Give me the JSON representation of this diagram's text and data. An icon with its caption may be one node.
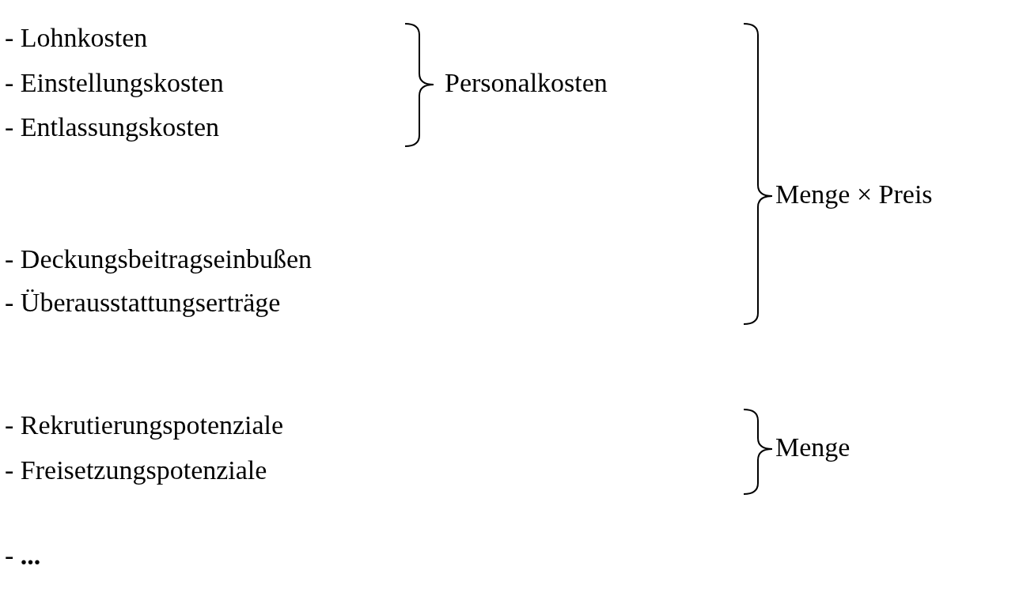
{
  "diagram": {
    "labels": [
      "- Lohnkosten",
      "- Einstellungskosten",
      "Personalkosten",
      "- Entlassungskosten",
      "Menge × Preis",
      "- Deckungsbeitragseinbußen",
      "- Überausstattungserträge",
      "- Rekrutierungspotenziale",
      "Menge",
      "- Freisetzungspotenziale",
      "- **...**"
    ]
  }
}
